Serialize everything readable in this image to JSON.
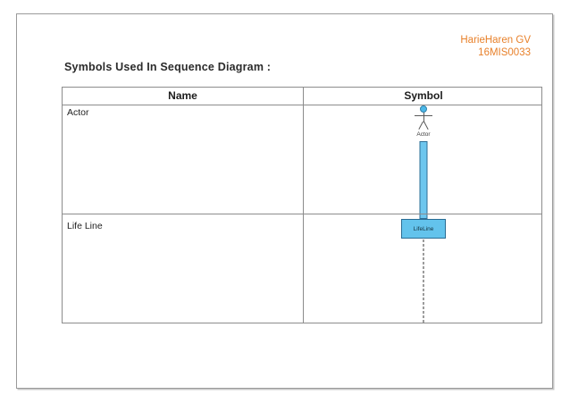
{
  "author": {
    "name": "HarieHaren GV",
    "reg_no": "16MIS0033",
    "color": "#e8812b"
  },
  "title": "Symbols Used In Sequence Diagram :",
  "table": {
    "headers": [
      "Name",
      "Symbol"
    ],
    "rows": [
      {
        "name": "Actor",
        "symbol_kind": "actor",
        "symbol_label": "Actor",
        "accent_fill": "#6dc6ee",
        "accent_stroke": "#2e6f96"
      },
      {
        "name": "Life Line",
        "symbol_kind": "lifeline",
        "symbol_label": "LifeLine",
        "accent_fill": "#63c3ec",
        "accent_stroke": "#2a6c93"
      }
    ]
  }
}
